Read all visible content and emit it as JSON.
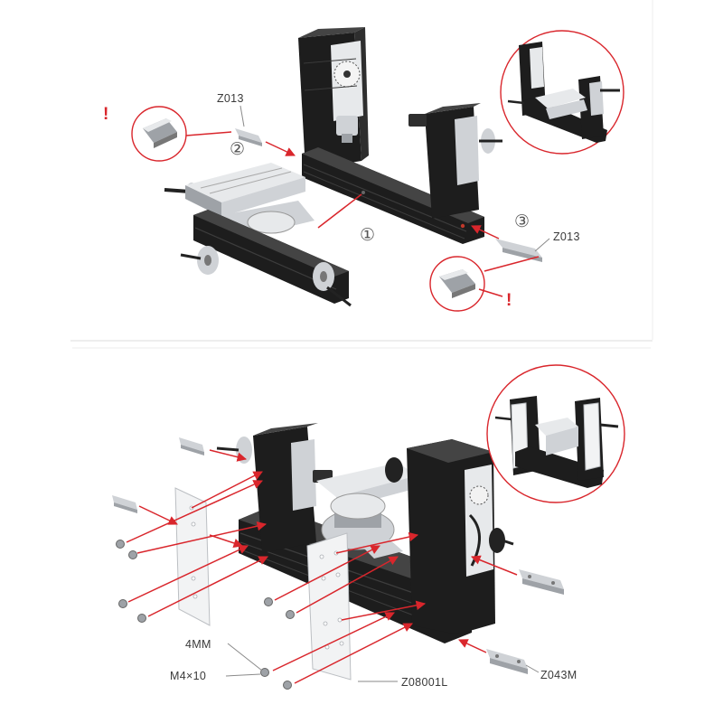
{
  "top": {
    "part_label_left": "Z013",
    "step_two": "②",
    "step_one": "①",
    "step_three": "③",
    "part_label_right": "Z013",
    "warning_left": "!",
    "warning_right": "!"
  },
  "bottom": {
    "spec_size": "4MM",
    "spec_screw": "M4×10",
    "part_plate": "Z08001L",
    "part_bar": "Z043M"
  },
  "colors": {
    "arrow": "#d9262c",
    "machine": "#1d1d1d",
    "metal": "#cfd2d6"
  },
  "icons": [
    "red-arrow",
    "magnified-inset",
    "warning-mark",
    "step-number"
  ]
}
